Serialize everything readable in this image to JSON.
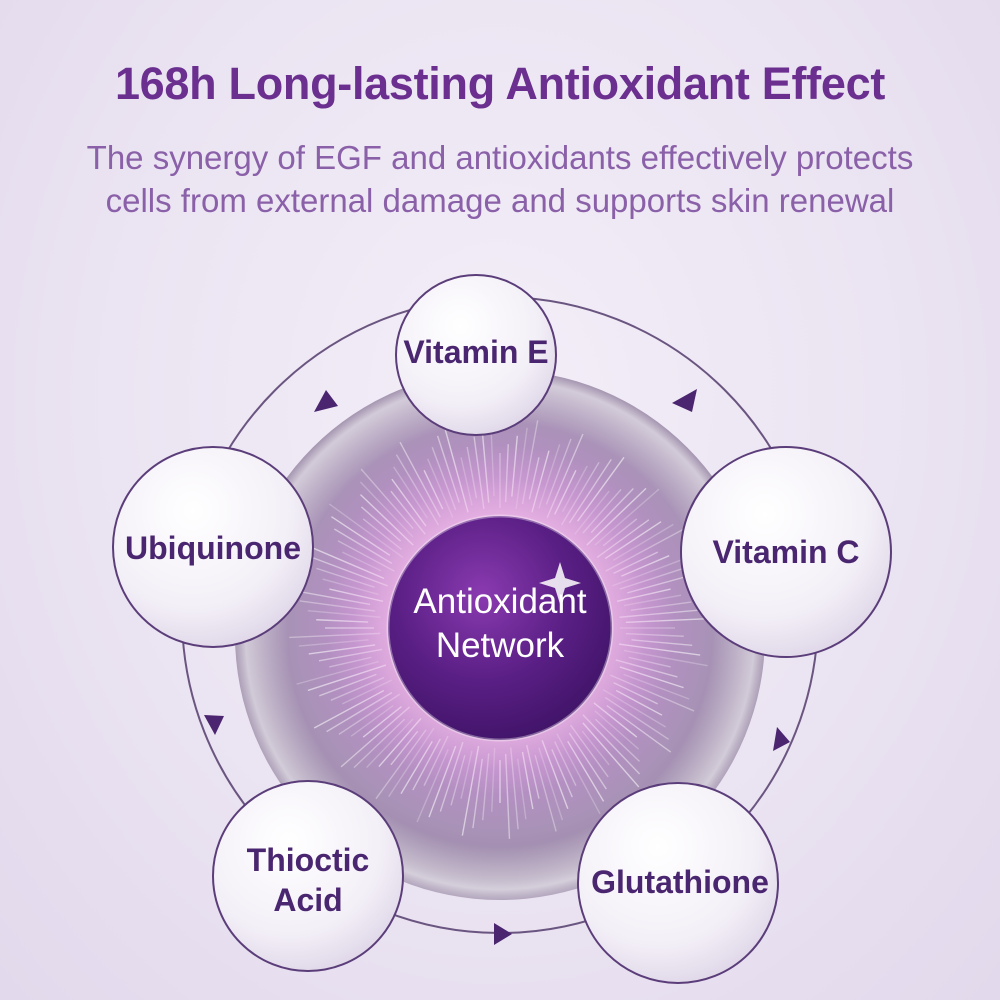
{
  "colors": {
    "title": "#6a2f8f",
    "subtitle": "#8a60a8",
    "node_text": "#4a2670",
    "arrow": "#4b2570",
    "center_fill": "#5a1f85"
  },
  "header": {
    "title": "168h Long-lasting Antioxidant Effect",
    "subtitle": "The synergy of EGF and antioxidants effectively protects cells from external damage and supports skin renewal"
  },
  "diagram": {
    "center": "Antioxidant Network",
    "nodes": [
      {
        "label": "Vitamin E"
      },
      {
        "label": "Vitamin C"
      },
      {
        "label": "Glutathione"
      },
      {
        "label": "Thioctic Acid"
      },
      {
        "label": "Ubiquinone"
      }
    ]
  }
}
